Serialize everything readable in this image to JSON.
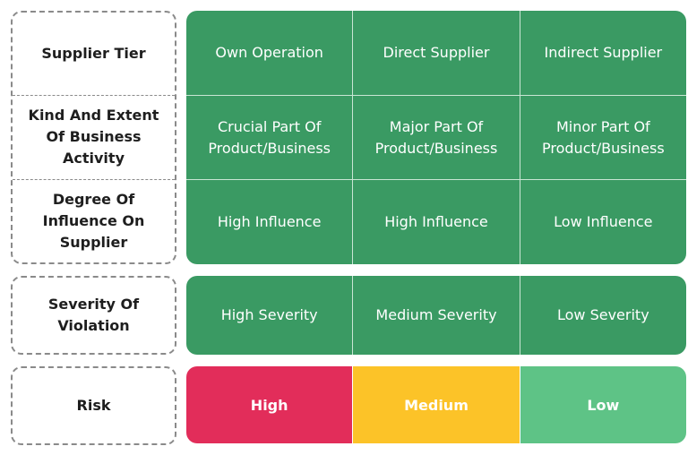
{
  "colors": {
    "grid_green": "#3a9a63",
    "risk_high": "#e22d5a",
    "risk_medium": "#fcc328",
    "risk_low": "#5ec386",
    "divider": "#c9e6d4",
    "dashed_border": "#8a8a8a"
  },
  "factors": {
    "labels": [
      "Supplier Tier",
      "Kind And Extent Of Business Activity",
      "Degree Of Influence On Supplier"
    ],
    "rows": [
      [
        "Own Operation",
        "Direct Supplier",
        "Indirect Supplier"
      ],
      [
        "Crucial Part Of Product/Business",
        "Major Part Of Product/Business",
        "Minor Part Of Product/Business"
      ],
      [
        "High Influence",
        "High Influence",
        "Low Influence"
      ]
    ]
  },
  "severity": {
    "label": "Severity Of Violation",
    "cells": [
      "High Severity",
      "Medium Severity",
      "Low Severity"
    ]
  },
  "risk": {
    "label": "Risk",
    "cells": [
      "High",
      "Medium",
      "Low"
    ]
  }
}
